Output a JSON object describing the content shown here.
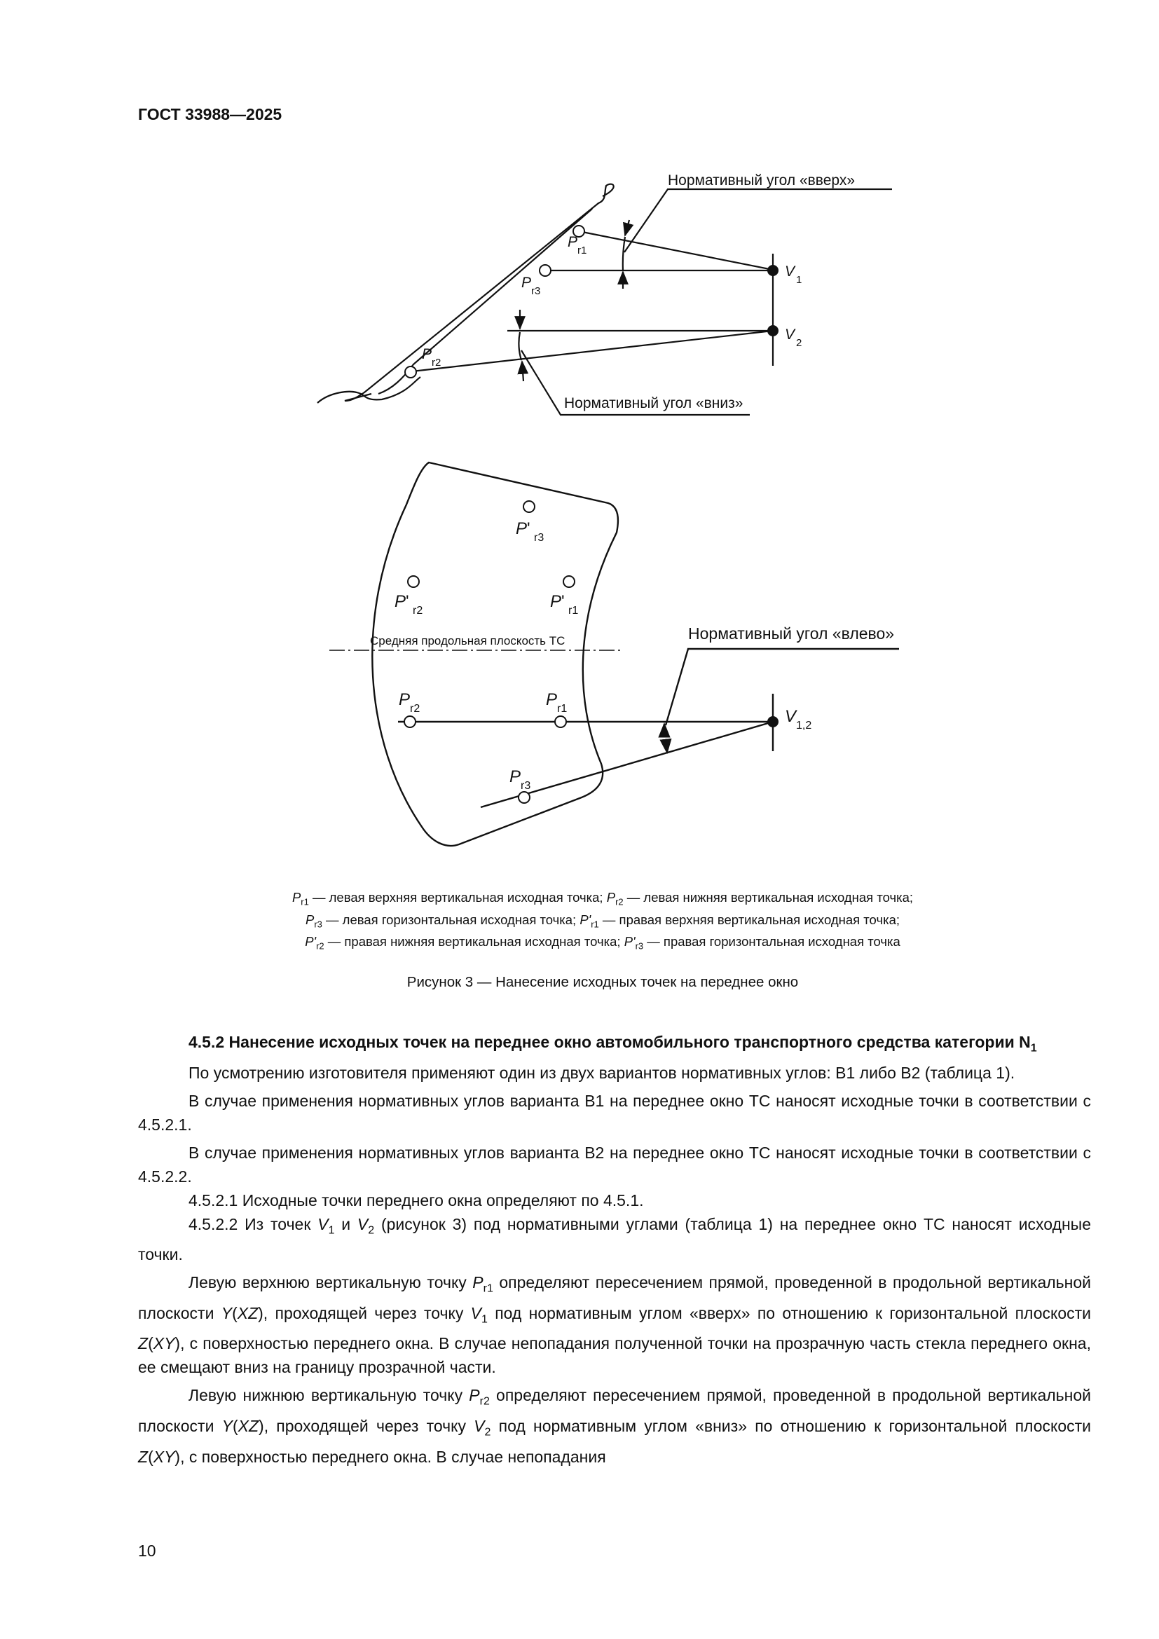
{
  "header": {
    "standard_code": "ГОСТ 33988—2025"
  },
  "figure": {
    "label_up": "Нормативный угол «вверх»",
    "label_down": "Нормативный угол «вниз»",
    "label_left": "Нормативный угол «влево»",
    "midplane": "Средняя продольная плоскость ТС",
    "p": "P",
    "v": "V",
    "prime": "'",
    "sub_r1": "r1",
    "sub_r2": "r2",
    "sub_r3": "r3",
    "sub_1": "1",
    "sub_2": "2",
    "sub_12": "1,2"
  },
  "legend": {
    "sym": "P",
    "symp": "P'",
    "r1": "r1",
    "r2": "r2",
    "r3": "r3",
    "t1": " — левая верхняя вертикальная исходная точка; ",
    "t2": " — левая нижняя вертикальная исходная точка;",
    "t3": " — левая горизонтальная исходная точка; ",
    "t4": " — правая верхняя вертикальная исходная точка;",
    "t5": " — правая нижняя вертикальная исходная точка; ",
    "t6": " — правая горизонтальная исходная точка"
  },
  "caption": "Рисунок 3 — Нанесение исходных точек на переднее окно",
  "body": {
    "heading": "4.5.2 Нанесение исходных точек на переднее окно автомобильного транспортного средства категории N",
    "heading_sub": "1",
    "p1": "По усмотрению изготовителя применяют один из двух вариантов нормативных углов: В1 либо В2 (таблица 1).",
    "p2": "В случае применения нормативных углов варианта В1 на переднее окно ТС наносят исходные точки в соответствии с 4.5.2.1.",
    "p3": "В случае применения нормативных углов варианта В2 на переднее окно ТС наносят исходные точки в соответствии с 4.5.2.2.",
    "p4": "4.5.2.1 Исходные точки переднего окна определяют по 4.5.1.",
    "p5a": "4.5.2.2 Из точек ",
    "p5v": "V",
    "p5s1": "1",
    "p5b": " и ",
    "p5s2": "2",
    "p5c": " (рисунок 3) под нормативными углами (таблица 1) на переднее окно ТС наносят исходные точки.",
    "p6a": "Левую верхнюю вертикальную точку ",
    "p6p": "P",
    "p6s": "r1",
    "p6b": " определяют пересечением прямой, проведенной в продольной вертикальной плоскости ",
    "yxz": "Y",
    "xz": "XZ",
    "p6c": ", проходящей через точку ",
    "p6vs": "1",
    "p6d": " под нормативным углом «вверх» по отношению к горизонтальной плоскости ",
    "zxy": "Z",
    "xy": "XY",
    "p6e": ", с поверхностью переднего окна. В случае непопадания полученной точки на прозрачную часть стекла переднего окна, ее смещают вниз на границу прозрачной части.",
    "p7a": "Левую нижнюю вертикальную точку ",
    "p7s": "r2",
    "p7d": " под нормативным углом «вниз» по отношению к горизонтальной плоскости ",
    "p7e": ", с поверхностью переднего окна. В случае непопадания",
    "p7vs": "2"
  },
  "page_number": "10"
}
